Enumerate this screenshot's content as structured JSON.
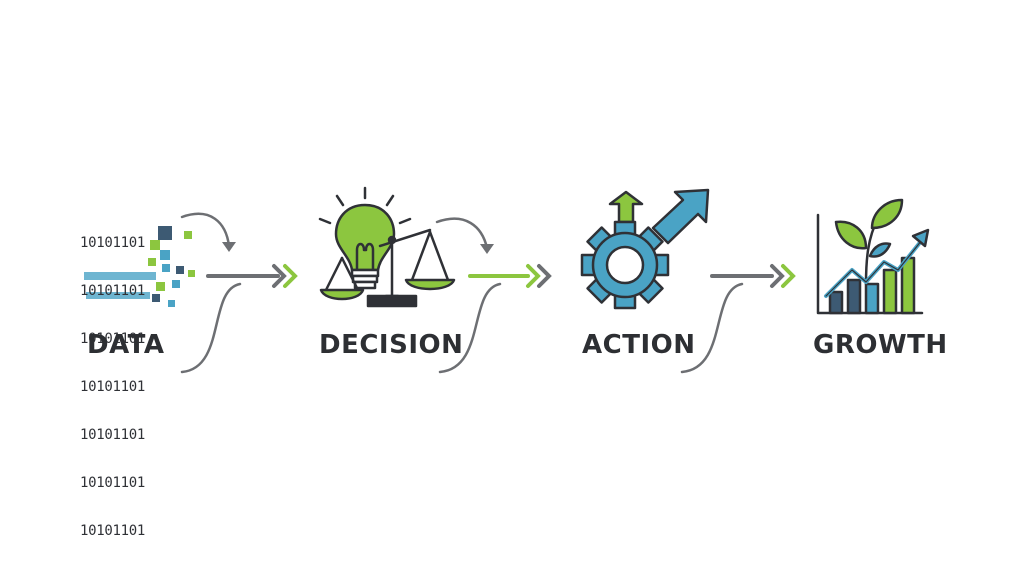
{
  "steps": [
    {
      "label": "DATA"
    },
    {
      "label": "DECISION"
    },
    {
      "label": "ACTION"
    },
    {
      "label": "GROWTH"
    }
  ],
  "binary_lines": [
    "10101101",
    "10101101",
    "10101101",
    "10101101",
    "10101101",
    "10101101",
    "10101101"
  ],
  "icons": {
    "data": "binary-data-icon",
    "decision": "lightbulb-scale-icon",
    "action": "gear-arrows-icon",
    "growth": "plant-growth-chart-icon"
  },
  "colors": {
    "dark": "#2f3136",
    "green": "#8cc63f",
    "blue": "#4aa3c5",
    "navy": "#3d5a73",
    "gray": "#6d6f73"
  }
}
